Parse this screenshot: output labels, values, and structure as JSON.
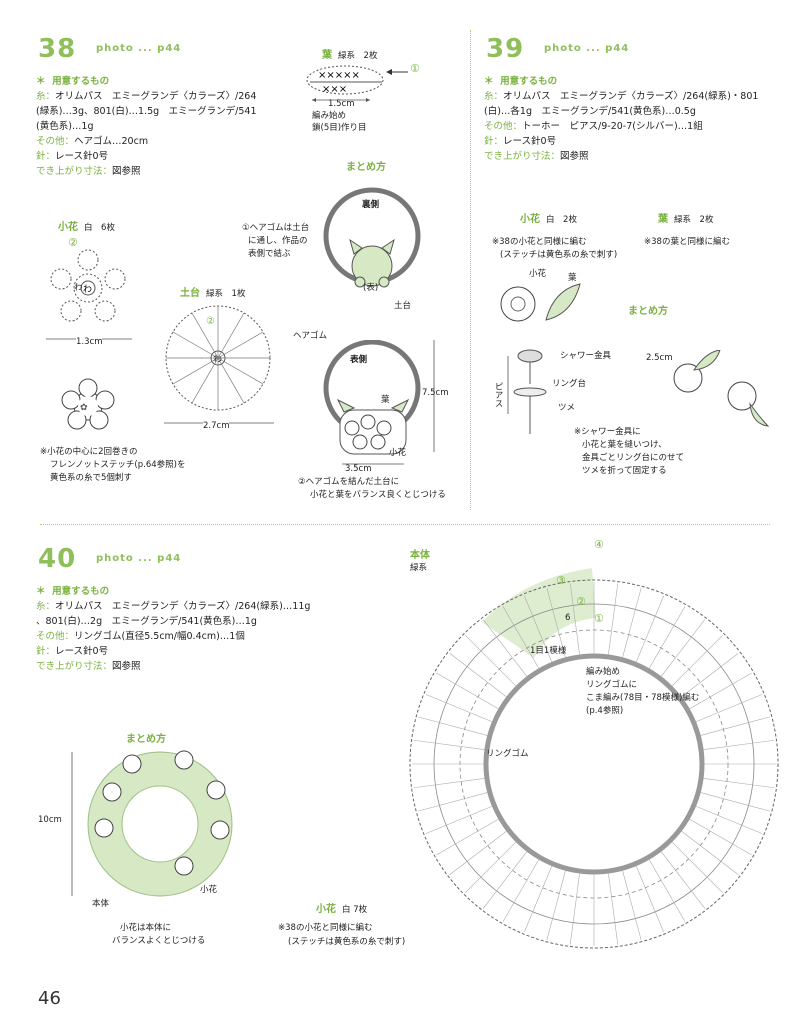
{
  "page_number": "46",
  "p38": {
    "number": "38",
    "photo": "photo ... p44",
    "materials_heading": "用意するもの",
    "yarn_label": "糸：",
    "yarn_l1": "オリムパス　エミーグランデ〈カラーズ〉/264",
    "yarn_l2": "(緑系)…3g、801(白)…1.5g　エミーグランデ/541",
    "yarn_l3": "(黄色系)…1g",
    "other_label": "その他：",
    "other": "ヘアゴム…20cm",
    "needle_label": "針：",
    "needle": "レース針0号",
    "size_label": "でき上がり寸法：",
    "size": "図参照",
    "leaf_title": "葉",
    "leaf_color": "緑系　2枚",
    "leaf_marker": "①",
    "leaf_width": "1.5cm",
    "leaf_start1": "編み始め",
    "leaf_start2": "鎖(5目)作り目",
    "assembly_title": "まとめ方",
    "back_side": "裏側",
    "step1_l1": "①ヘアゴムは土台",
    "step1_l2": "に通し、作品の",
    "step1_l3": "表側で結ぶ",
    "front_mark": "(表)",
    "base_label": "土台",
    "hair_elastic": "ヘアゴム",
    "front_side": "表側",
    "leaf_label": "葉",
    "small_flower_label": "小花",
    "height": "7.5cm",
    "width": "3.5cm",
    "step2_l1": "②ヘアゴムを結んだ土台に",
    "step2_l2": "小花と葉をバランス良くとじつける",
    "flower_title": "小花",
    "flower_color": "白　6枚",
    "flower_marker": "②",
    "ring_mark": "わ",
    "flower_width": "1.3cm",
    "note_l1": "※小花の中心に2回巻きの",
    "note_l2": "フレンノットステッチ(p.64参照)を",
    "note_l3": "黄色系の糸で5個刺す",
    "base_title": "土台",
    "base_color": "緑系　1枚",
    "base_marker": "②",
    "base_width": "2.7cm"
  },
  "p39": {
    "number": "39",
    "photo": "photo ... p44",
    "materials_heading": "用意するもの",
    "yarn_label": "糸：",
    "yarn_l1": "オリムパス　エミーグランデ〈カラーズ〉/264(緑系)・801",
    "yarn_l2": "(白)…各1g　エミーグランデ/541(黄色系)…0.5g",
    "other_label": "その他：",
    "other": "トーホー　ピアス/9-20-7(シルバー)…1組",
    "needle_label": "針：",
    "needle": "レース針0号",
    "size_label": "でき上がり寸法：",
    "size": "図参照",
    "flower_title": "小花",
    "flower_color": "白　2枚",
    "flower_note_l1": "※38の小花と同様に編む",
    "flower_note_l2": "(ステッチは黄色系の糸で刺す)",
    "leaf_title": "葉",
    "leaf_color": "緑系　2枚",
    "leaf_note": "※38の葉と同様に編む",
    "small_flower_label": "小花",
    "leaf_label": "葉",
    "assembly_title": "まとめ方",
    "shower": "シャワー金具",
    "ring_base": "リング台",
    "pierce": "ピアス",
    "claw": "ツメ",
    "size_label2": "2.5cm",
    "note_l1": "※シャワー金具に",
    "note_l2": "小花と葉を縫いつけ、",
    "note_l3": "金具ごとリング台にのせて",
    "note_l4": "ツメを折って固定する"
  },
  "p40": {
    "number": "40",
    "photo": "photo ... p44",
    "materials_heading": "用意するもの",
    "yarn_label": "糸：",
    "yarn_l1": "オリムパス　エミーグランデ〈カラーズ〉/264(緑系)…11g",
    "yarn_l2": "、801(白)…2g　エミーグランデ/541(黄色系)…1g",
    "other_label": "その他：",
    "other": "リングゴム(直径5.5cm/幅0.4cm)…1個",
    "needle_label": "針：",
    "needle": "レース針0号",
    "size_label": "でき上がり寸法：",
    "size": "図参照",
    "assembly_title": "まとめ方",
    "diameter": "10cm",
    "body_label": "本体",
    "small_flower_label": "小花",
    "note_l1": "小花は本体に",
    "note_l2": "バランスよくとじつける",
    "flower_title": "小花",
    "flower_color": "白 7枚",
    "flower_note_l1": "※38の小花と同様に編む",
    "flower_note_l2": "(ステッチは黄色系の糸で刺す)",
    "body_title": "本体",
    "body_color": "緑系",
    "marker1": "①",
    "marker2": "②",
    "marker3": "③",
    "marker4": "④",
    "six": "6",
    "one_pattern": "1目1模様",
    "start_l1": "編み始め",
    "start_l2": "リングゴムに",
    "start_l3": "こま編み(78目・78模様)編む",
    "start_l4": "(p.4参照)",
    "ring_rubber": "リングゴム"
  },
  "colors": {
    "accent": "#8fbf5a",
    "label_green": "#7ab23f",
    "light_green": "#d6e8c4",
    "gray_ring": "#7a7a7a"
  }
}
